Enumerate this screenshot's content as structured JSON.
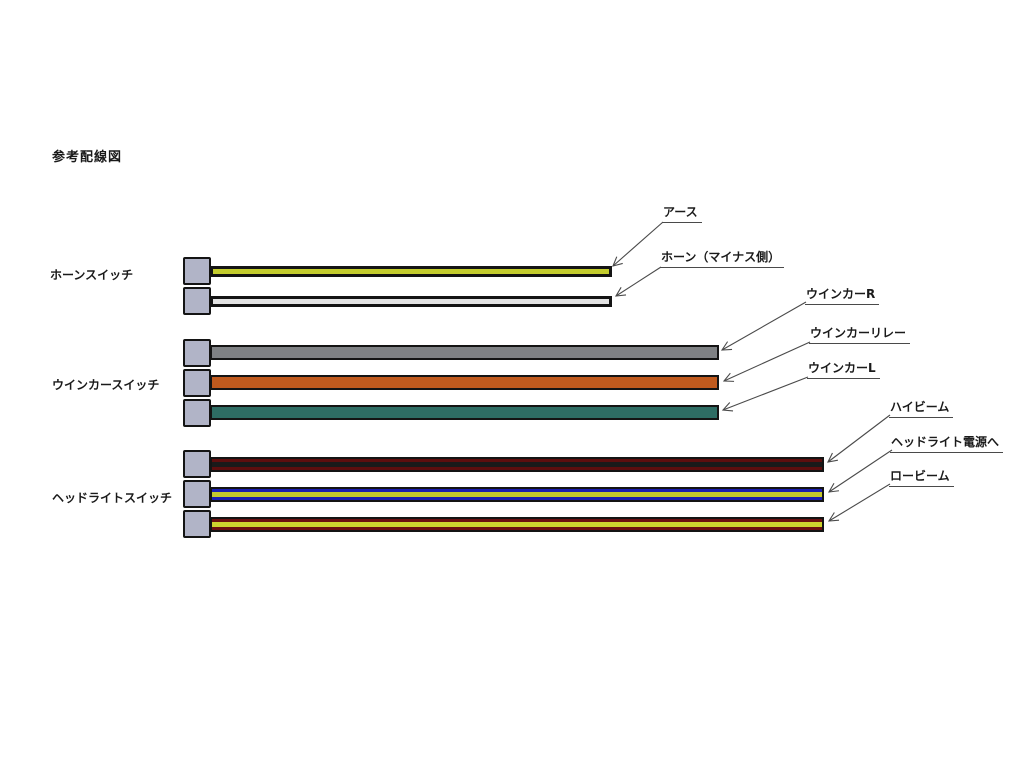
{
  "title": "参考配線図",
  "colors": {
    "background": "#ffffff",
    "text": "#1a1a1a",
    "connector_fill": "#b1b4c7",
    "connector_border": "#141414",
    "wire_border": "#141414",
    "leader_line": "#4a4a4a"
  },
  "groups": [
    {
      "label": "ホーンスイッチ",
      "wires": [
        {
          "id": "earth-wire",
          "stripes": [
            "#c3cc2d"
          ]
        },
        {
          "id": "horn-minus-wire",
          "stripes": [
            "#e3e3e3"
          ]
        }
      ]
    },
    {
      "label": "ウインカースイッチ",
      "wires": [
        {
          "id": "winker-r-wire",
          "stripes": [
            "#7f8184"
          ]
        },
        {
          "id": "winker-relay-wire",
          "stripes": [
            "#c05a1e"
          ]
        },
        {
          "id": "winker-l-wire",
          "stripes": [
            "#2e6d64"
          ]
        }
      ]
    },
    {
      "label": "ヘッドライトスイッチ",
      "wires": [
        {
          "id": "high-beam-wire",
          "stripes": [
            "#5e0e0e",
            "#1a1a1a",
            "#5e0e0e"
          ],
          "weights": [
            1,
            1.6,
            1
          ]
        },
        {
          "id": "headlight-power-wire",
          "stripes": [
            "#1a1db2",
            "#c5c82f",
            "#1a1db2"
          ],
          "weights": [
            1,
            1.2,
            1
          ]
        },
        {
          "id": "low-beam-wire",
          "stripes": [
            "#6b1010",
            "#ced42f",
            "#6b1010"
          ],
          "weights": [
            1,
            2,
            1
          ]
        }
      ]
    }
  ],
  "callouts": [
    {
      "label": "アース"
    },
    {
      "label": "ホーン（マイナス側）"
    },
    {
      "label": "ウインカーR"
    },
    {
      "label": "ウインカーリレー"
    },
    {
      "label": "ウインカーL"
    },
    {
      "label": "ハイビーム"
    },
    {
      "label": "ヘッドライト電源へ"
    },
    {
      "label": "ロービーム"
    }
  ]
}
